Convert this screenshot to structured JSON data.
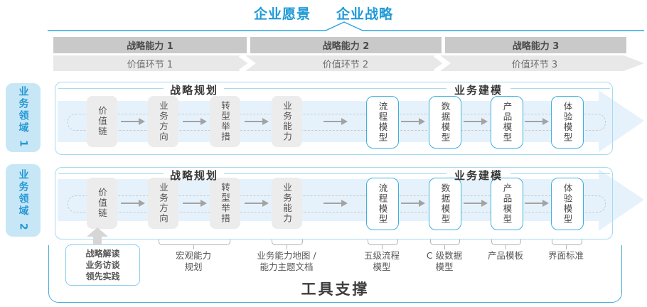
{
  "header": {
    "vision": "企业愿景",
    "strategy": "企业战略"
  },
  "capabilities": [
    {
      "label": "战略能力 1"
    },
    {
      "label": "战略能力 2"
    },
    {
      "label": "战略能力 3"
    }
  ],
  "value_links": [
    {
      "label": "价值环节 1"
    },
    {
      "label": "价值环节 2"
    },
    {
      "label": "价值环节 3"
    }
  ],
  "domains": [
    {
      "label": "业务领域 1",
      "planning_title": "战略规划",
      "modeling_title": "业务建模",
      "planning_boxes": [
        {
          "label": "价值链"
        },
        {
          "label": "业务方向"
        },
        {
          "label": "转型举措"
        },
        {
          "label": "业务能力"
        }
      ],
      "modeling_boxes": [
        {
          "label": "流程模型"
        },
        {
          "label": "数据模型"
        },
        {
          "label": "产品模型"
        },
        {
          "label": "体验模型"
        }
      ]
    },
    {
      "label": "业务领域 2",
      "planning_title": "战略规划",
      "modeling_title": "业务建模",
      "planning_boxes": [
        {
          "label": "价值链"
        },
        {
          "label": "业务方向"
        },
        {
          "label": "转型举措"
        },
        {
          "label": "业务能力"
        }
      ],
      "modeling_boxes": [
        {
          "label": "流程模型"
        },
        {
          "label": "数据模型"
        },
        {
          "label": "产品模型"
        },
        {
          "label": "体验模型"
        }
      ]
    }
  ],
  "practice_box": {
    "lines": [
      "战略解读",
      "业务访谈",
      "领先实践"
    ]
  },
  "annotations": [
    {
      "line1": "宏观能力",
      "line2": "规划"
    },
    {
      "line1": "业务能力地图 /",
      "line2": "能力主题文档"
    },
    {
      "line1": "五级流程",
      "line2": "模型"
    },
    {
      "line1": "C 级数据",
      "line2": "模型"
    },
    {
      "line1": "产品模板",
      "line2": ""
    },
    {
      "line1": "界面标准",
      "line2": ""
    }
  ],
  "footer": {
    "tool_support": "工具支撑"
  },
  "colors": {
    "accent_blue": "#1f9ad6",
    "line_blue": "#2da3dc",
    "band_dark": "#c9c9c9",
    "band_light": "#e8e8e8",
    "domain_bg": "#c7e7f7",
    "domain_text": "#2798d4",
    "lane_border": "#a6daf0",
    "arrow_fill": "#e6f2fb",
    "box_gray": "#ececec",
    "box_blue_border": "#3fafdd",
    "tool_border": "#45abdc"
  }
}
